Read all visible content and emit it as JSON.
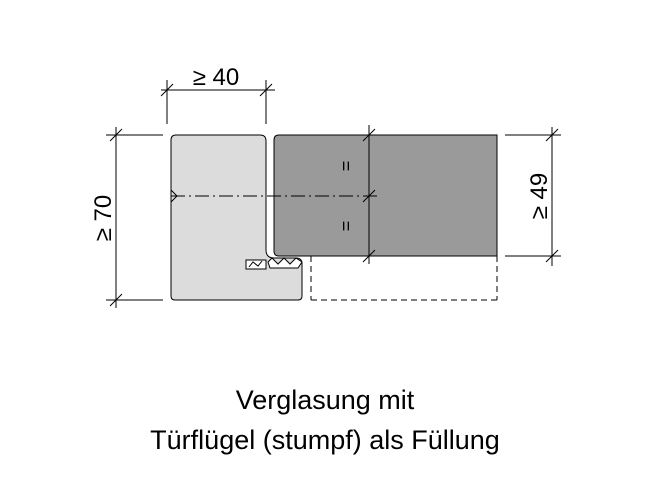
{
  "dimensions": {
    "frame_width": "≥ 40",
    "frame_height": "≥ 70",
    "panel_thickness": "≥ 49",
    "equal_mark": "="
  },
  "caption": {
    "line1": "Verglasung mit",
    "line2": "Türflügel (stumpf) als Füllung"
  },
  "colors": {
    "frame_fill": "#dcdcdc",
    "panel_fill": "#9a9a9a",
    "line": "#000000"
  }
}
